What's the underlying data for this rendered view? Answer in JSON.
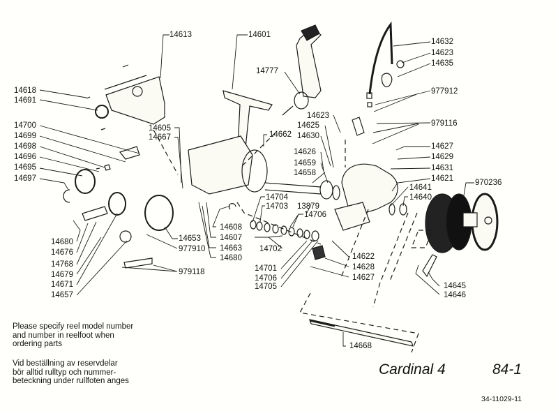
{
  "diagram": {
    "title": "Cardinal 4",
    "page_number": "84-1",
    "doc_code": "34-11029-11",
    "notes": {
      "english": [
        "Please specify reel model number",
        "and number in reelfoot when",
        "ordering parts"
      ],
      "swedish": [
        "Vid beställning av reservdelar",
        "bör alltid rulltyp och nummer-",
        "beteckning under rullfoten anges"
      ]
    },
    "callouts": [
      {
        "id": "c14613",
        "label": "14613"
      },
      {
        "id": "c14601",
        "label": "14601"
      },
      {
        "id": "c14777",
        "label": "14777"
      },
      {
        "id": "c14632",
        "label": "14632"
      },
      {
        "id": "c14623a",
        "label": "14623"
      },
      {
        "id": "c14635",
        "label": "14635"
      },
      {
        "id": "c977912",
        "label": "977912"
      },
      {
        "id": "c979116",
        "label": "979116"
      },
      {
        "id": "c14618",
        "label": "14618"
      },
      {
        "id": "c14691",
        "label": "14691"
      },
      {
        "id": "c14700",
        "label": "14700"
      },
      {
        "id": "c14699",
        "label": "14699"
      },
      {
        "id": "c14698",
        "label": "14698"
      },
      {
        "id": "c14696",
        "label": "14696"
      },
      {
        "id": "c14695",
        "label": "14695"
      },
      {
        "id": "c14697",
        "label": "14697"
      },
      {
        "id": "c14605",
        "label": "14605"
      },
      {
        "id": "c14667",
        "label": "14667"
      },
      {
        "id": "c14662",
        "label": "14662"
      },
      {
        "id": "c14623b",
        "label": "14623"
      },
      {
        "id": "c14625",
        "label": "14625"
      },
      {
        "id": "c14630",
        "label": "14630"
      },
      {
        "id": "c14626",
        "label": "14626"
      },
      {
        "id": "c14659",
        "label": "14659"
      },
      {
        "id": "c14658",
        "label": "14658"
      },
      {
        "id": "c14627a",
        "label": "14627"
      },
      {
        "id": "c14629",
        "label": "14629"
      },
      {
        "id": "c14631",
        "label": "14631"
      },
      {
        "id": "c14621",
        "label": "14621"
      },
      {
        "id": "c970236",
        "label": "970236"
      },
      {
        "id": "c14641",
        "label": "14641"
      },
      {
        "id": "c14640",
        "label": "14640"
      },
      {
        "id": "c14704",
        "label": "14704"
      },
      {
        "id": "c14703",
        "label": "14703"
      },
      {
        "id": "c13879",
        "label": "13879"
      },
      {
        "id": "c14706a",
        "label": "14706"
      },
      {
        "id": "c14608",
        "label": "14608"
      },
      {
        "id": "c14607",
        "label": "14607"
      },
      {
        "id": "c14663",
        "label": "14663"
      },
      {
        "id": "c14680a",
        "label": "14680"
      },
      {
        "id": "c14653",
        "label": "14653"
      },
      {
        "id": "c977910",
        "label": "977910"
      },
      {
        "id": "c979118",
        "label": "979118"
      },
      {
        "id": "c14702",
        "label": "14702"
      },
      {
        "id": "c14622",
        "label": "14622"
      },
      {
        "id": "c14628",
        "label": "14628"
      },
      {
        "id": "c14627b",
        "label": "14627"
      },
      {
        "id": "c14701",
        "label": "14701"
      },
      {
        "id": "c14706b",
        "label": "14706"
      },
      {
        "id": "c14705",
        "label": "14705"
      },
      {
        "id": "c14680b",
        "label": "14680"
      },
      {
        "id": "c14676",
        "label": "14676"
      },
      {
        "id": "c14768",
        "label": "14768"
      },
      {
        "id": "c14679",
        "label": "14679"
      },
      {
        "id": "c14671",
        "label": "14671"
      },
      {
        "id": "c14657",
        "label": "14657"
      },
      {
        "id": "c14645",
        "label": "14645"
      },
      {
        "id": "c14646",
        "label": "14646"
      },
      {
        "id": "c14668",
        "label": "14668"
      }
    ]
  }
}
